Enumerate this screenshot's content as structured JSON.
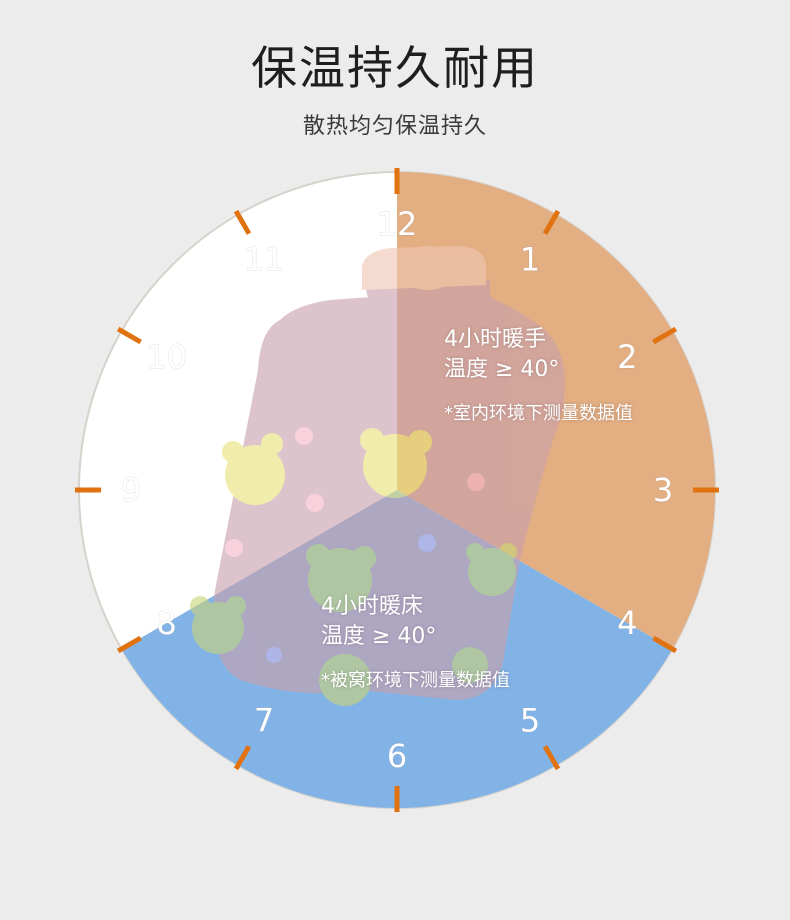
{
  "header": {
    "title": "保温持久耐用",
    "subtitle": "散热均匀保温持久"
  },
  "clock": {
    "numbers": [
      "12",
      "1",
      "2",
      "3",
      "4",
      "5",
      "6",
      "7",
      "8",
      "9",
      "10",
      "11"
    ],
    "tick_color": "#e0720f"
  },
  "segments": [
    {
      "name": "hand-warmer",
      "from_hour": 0,
      "to_hour": 4,
      "color": "#e2ae82"
    },
    {
      "name": "bed-warmer",
      "from_hour": 4,
      "to_hour": 8,
      "color": "#82b3e6"
    }
  ],
  "callouts": {
    "hand": {
      "line1": "4小时暖手",
      "line2": "温度 ≥ 40°",
      "note": "*室内环境下测量数据值"
    },
    "bed": {
      "line1": "4小时暖床",
      "line2": "温度 ≥ 40°",
      "note": "*被窝环境下测量数据值"
    }
  },
  "product": {
    "body_color": "#c9a1ad",
    "cap_color": "#f0c5b3"
  }
}
